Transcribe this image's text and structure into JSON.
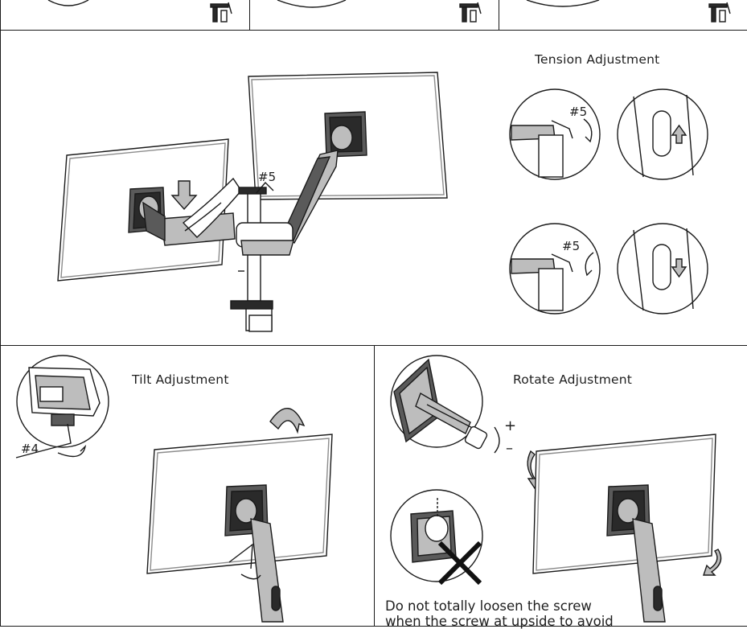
{
  "tension": {
    "title": "Tension Adjustment",
    "tool_label_increase": "#5",
    "tool_label_decrease": "#5"
  },
  "install": {
    "tool_label": "#5"
  },
  "tilt": {
    "title": "Tilt Adjustment",
    "tool_label": "#4"
  },
  "rotate": {
    "title": "Rotate Adjustment",
    "plus_sign": "+",
    "minus_sign": "–",
    "warning_line1": "Do not totally loosen the screw",
    "warning_line2": "when the screw at upside to avoid"
  }
}
